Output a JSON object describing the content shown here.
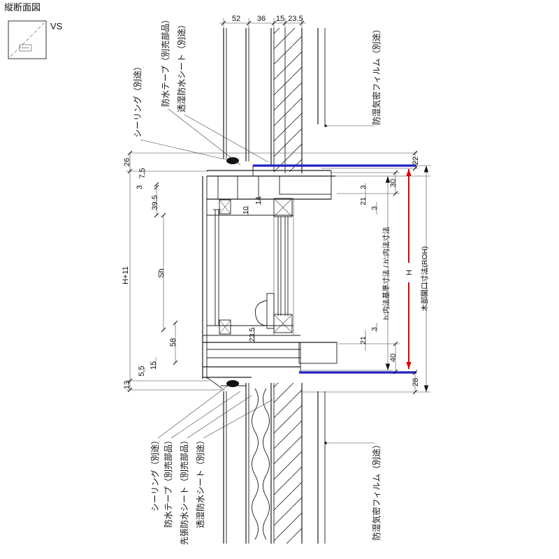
{
  "header": {
    "title": "縦断面図",
    "symbol": "VS"
  },
  "colors": {
    "blue": "#2323c2",
    "red": "#e00000"
  },
  "dims": {
    "top": {
      "a": "52",
      "b": "36",
      "c": "15",
      "d": "23.5"
    },
    "left": {
      "d26": "26",
      "d7_5": "7.5",
      "d3": "3",
      "d39_5": "39.5",
      "h11": "H+11",
      "sh": "Sh",
      "d58": "58",
      "d15": "15",
      "d5_5": "5.5",
      "d13": "13"
    },
    "mid": {
      "d14": "14",
      "d10": "10",
      "d23_5": "23.5"
    },
    "right": {
      "d22": "22",
      "d30": "30",
      "d3t1": "3",
      "d21t": "21",
      "d3t2": "3",
      "d3b": "3",
      "d21b": "21",
      "d40": "40",
      "d28": "28",
      "h_inner": "h:内法基準寸法 / h':内法寸法",
      "big_h": "H",
      "roh": "木部開口寸法(ROH)"
    }
  },
  "leaders": {
    "top_sealing": "シーリング（別途）",
    "top_tape": "防水テープ（別売部品）",
    "top_sheet": "透湿防水シート（別途）",
    "top_film": "防湿気密フィルム（別途）",
    "bottom_sealing": "シーリング（別途）",
    "bottom_tape": "防水テープ（別売部品）",
    "bottom_pre_sheet": "先張防水シート（別売部品）",
    "bottom_sheet": "透湿防水シート（別途）",
    "bottom_film": "防湿気密フィルム（別途）"
  }
}
